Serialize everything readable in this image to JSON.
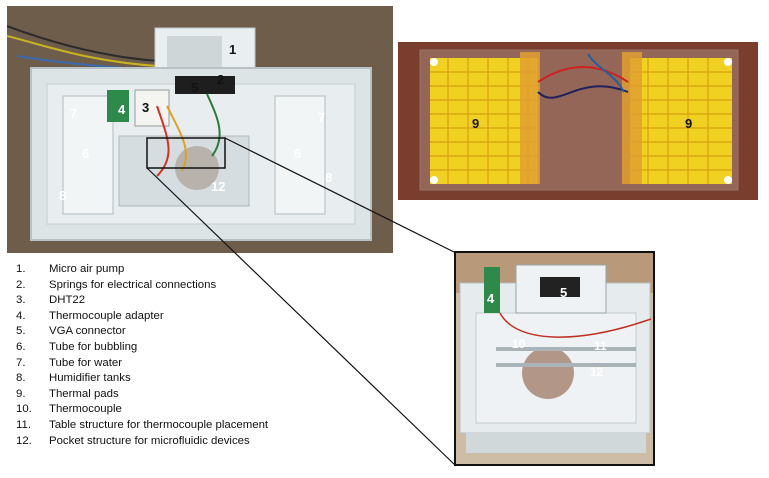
{
  "legend": [
    {
      "num": "1.",
      "text": "Micro air pump"
    },
    {
      "num": "2.",
      "text": "Springs for electrical connections"
    },
    {
      "num": "3.",
      "text": "DHT22"
    },
    {
      "num": "4.",
      "text": "Thermocouple adapter"
    },
    {
      "num": "5.",
      "text": "VGA connector"
    },
    {
      "num": "6.",
      "text": "Tube for bubbling"
    },
    {
      "num": "7.",
      "text": "Tube for water"
    },
    {
      "num": "8.",
      "text": "Humidifier tanks"
    },
    {
      "num": "9.",
      "text": "Thermal pads"
    },
    {
      "num": "10.",
      "text": "Thermocouple"
    },
    {
      "num": "11.",
      "text": "Table structure for thermocouple placement"
    },
    {
      "num": "12.",
      "text": "Pocket structure for microfluidic devices"
    }
  ],
  "main_photo_labels": {
    "l1": "1",
    "l2": "2",
    "l3": "3",
    "l4": "4",
    "l5": "5",
    "l6a": "6",
    "l6b": "6",
    "l7a": "7",
    "l7b": "7",
    "l8a": "8",
    "l8b": "8",
    "l12": "12"
  },
  "pads_photo_labels": {
    "l9a": "9",
    "l9b": "9"
  },
  "zoom_photo_labels": {
    "l4": "4",
    "l5": "5",
    "l10": "10",
    "l11": "11",
    "l12": "12"
  },
  "colors": {
    "background_wood": "#6b5a4a",
    "pad_yellow": "#f0d020",
    "frame_plastic": "#e6ecee",
    "connector_line": "#111111"
  }
}
